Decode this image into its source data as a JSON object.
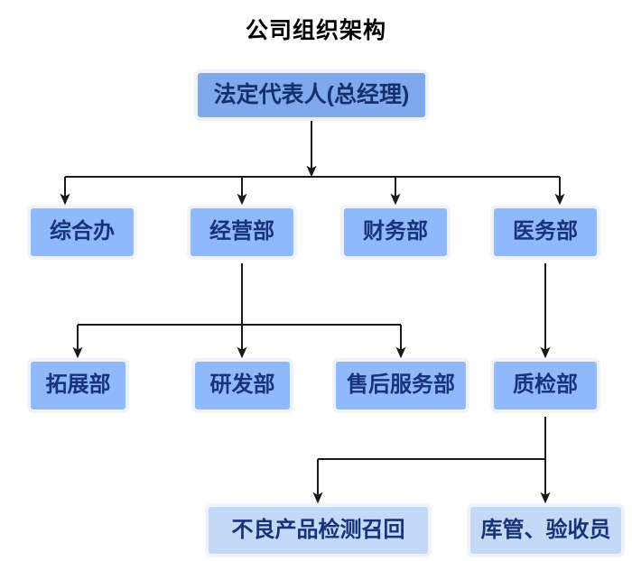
{
  "header": {
    "title": "公司组织架构"
  },
  "colors": {
    "background": "#ffffff",
    "root_fill": "#7fa9ec",
    "department_fill": "#8fb9fb",
    "leaf_fill": "#c3d9f8",
    "node_halo": "#eef3fd",
    "node_text": "#17337a",
    "title_text": "#000000",
    "connector": "#1a1a1a"
  },
  "chart_data": {
    "type": "diagram",
    "diagram_type": "organizational-chart",
    "title": "公司组织架构",
    "orientation": "top-down",
    "levels": 4,
    "nodes": [
      {
        "id": "n0",
        "label": "法定代表人(总经理)",
        "level": 0,
        "parent": null
      },
      {
        "id": "n1",
        "label": "综合办",
        "level": 1,
        "parent": "n0"
      },
      {
        "id": "n2",
        "label": "经营部",
        "level": 1,
        "parent": "n0"
      },
      {
        "id": "n3",
        "label": "财务部",
        "level": 1,
        "parent": "n0"
      },
      {
        "id": "n4",
        "label": "医务部",
        "level": 1,
        "parent": "n0"
      },
      {
        "id": "n5",
        "label": "拓展部",
        "level": 2,
        "parent": "n2"
      },
      {
        "id": "n6",
        "label": "研发部",
        "level": 2,
        "parent": "n2"
      },
      {
        "id": "n7",
        "label": "售后服务部",
        "level": 2,
        "parent": "n2"
      },
      {
        "id": "n8",
        "label": "质检部",
        "level": 2,
        "parent": "n4"
      },
      {
        "id": "n9",
        "label": "不良产品检测召回",
        "level": 3,
        "parent": "n8"
      },
      {
        "id": "n10",
        "label": "库管、验收员",
        "level": 3,
        "parent": "n8"
      }
    ],
    "edges": [
      {
        "from": "n0",
        "to": "n1"
      },
      {
        "from": "n0",
        "to": "n2"
      },
      {
        "from": "n0",
        "to": "n3"
      },
      {
        "from": "n0",
        "to": "n4"
      },
      {
        "from": "n2",
        "to": "n5"
      },
      {
        "from": "n2",
        "to": "n6"
      },
      {
        "from": "n2",
        "to": "n7"
      },
      {
        "from": "n4",
        "to": "n8"
      },
      {
        "from": "n8",
        "to": "n9"
      },
      {
        "from": "n8",
        "to": "n10"
      }
    ]
  },
  "nodes": {
    "root": {
      "label": "法定代表人(总经理)"
    },
    "row1": [
      {
        "label": "综合办"
      },
      {
        "label": "经营部"
      },
      {
        "label": "财务部"
      },
      {
        "label": "医务部"
      }
    ],
    "row2": [
      {
        "label": "拓展部"
      },
      {
        "label": "研发部"
      },
      {
        "label": "售后服务部"
      },
      {
        "label": "质检部"
      }
    ],
    "row3": [
      {
        "label": "不良产品检测召回"
      },
      {
        "label": "库管、验收员"
      }
    ]
  }
}
